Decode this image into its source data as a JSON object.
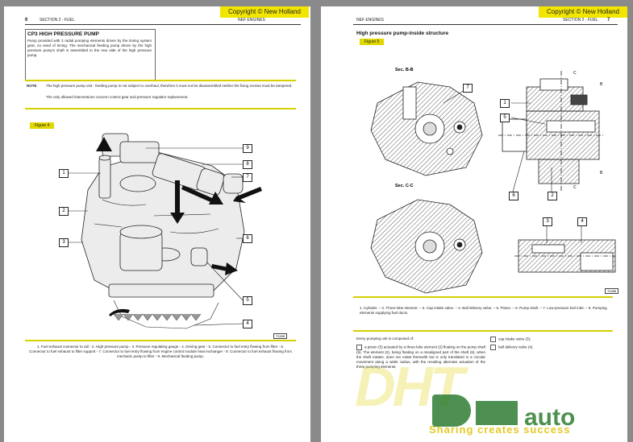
{
  "copyright": "Copyright © New Holland",
  "left_page": {
    "page_number": "6",
    "section": "SECTION 2 - FUEL",
    "engine": "NEF ENGINES",
    "heading": "CP3 HIGH PRESSURE PUMP",
    "intro": "Pump provided with 3 radial pumping elements driven by the timing system gear, no need of timing. The mechanical feeding pump driven by the high pressure pump's shaft is assembled to the rear side of the high pressure pump.",
    "note_label": "NOTE",
    "note_line1": "The high pressure pump unit - feeding pump is not subject to overhaul, therefore it must not be disassembled neither the fixing screws must be tampered.",
    "note_line2": "The only allowed interventions concern control gear and pressure regulator replacement.",
    "figure_label": "Figure 4",
    "figure_code": "72495",
    "callouts_left": [
      "1",
      "2",
      "3"
    ],
    "callouts_right": [
      "9",
      "8",
      "7",
      "6",
      "5",
      "4"
    ],
    "caption": "1. Fuel exhaust connector to rail - 2. High pressure pump - 3. Pressure regulating gauge - 4. Driving gear - 5. Connector to fuel entry flowing from filter - 6. Connector to fuel exhaust to filter support - 7. Connector to fuel entry flowing from engine control module heat exchanger - 8. Connector to fuel exhaust flowing from mechanic pump to filter - 9. Mechanical feeding pump."
  },
  "right_page": {
    "engine": "NEF ENGINES",
    "section": "SECTION 2 - FUEL",
    "page_number": "7",
    "heading": "High pressure pump-inside structure",
    "figure_label": "Figure 5",
    "section_bb": "Sec. B-B",
    "section_cc": "Sec. C-C",
    "section_marks": [
      "C",
      "B",
      "C",
      "B"
    ],
    "callouts": [
      "7",
      "1",
      "5",
      "6",
      "2",
      "3",
      "4"
    ],
    "figure_code": "72496",
    "caption": "1. Cylinder. – 2. Three-lobe element. – 3. Cap intake valve. – 4. Ball delivery valve. – 5. Piston. – 6. Pump shaft. – 7. Low-pressure fuel inlet. – 8. Pumping elements supplying fuel ducts.",
    "composed_intro": "Every pumping unit is composed of:",
    "composed_items": [
      "a piston (5) actuated by a three-lobe element (2) floating on the pump shaft (6). The element (2), being floating on a misaligned part of the shaft (6), when the shaft rotates, does not rotate therewith but is only translated in a circular movement along a wider radius, with the resulting alternate actuation of the three pumping elements;",
      "cap intake valve (3);",
      "ball delivery valve (4)."
    ]
  },
  "watermark": {
    "big": "DHT",
    "brand": "auto",
    "tagline": "Sharing creates success"
  }
}
